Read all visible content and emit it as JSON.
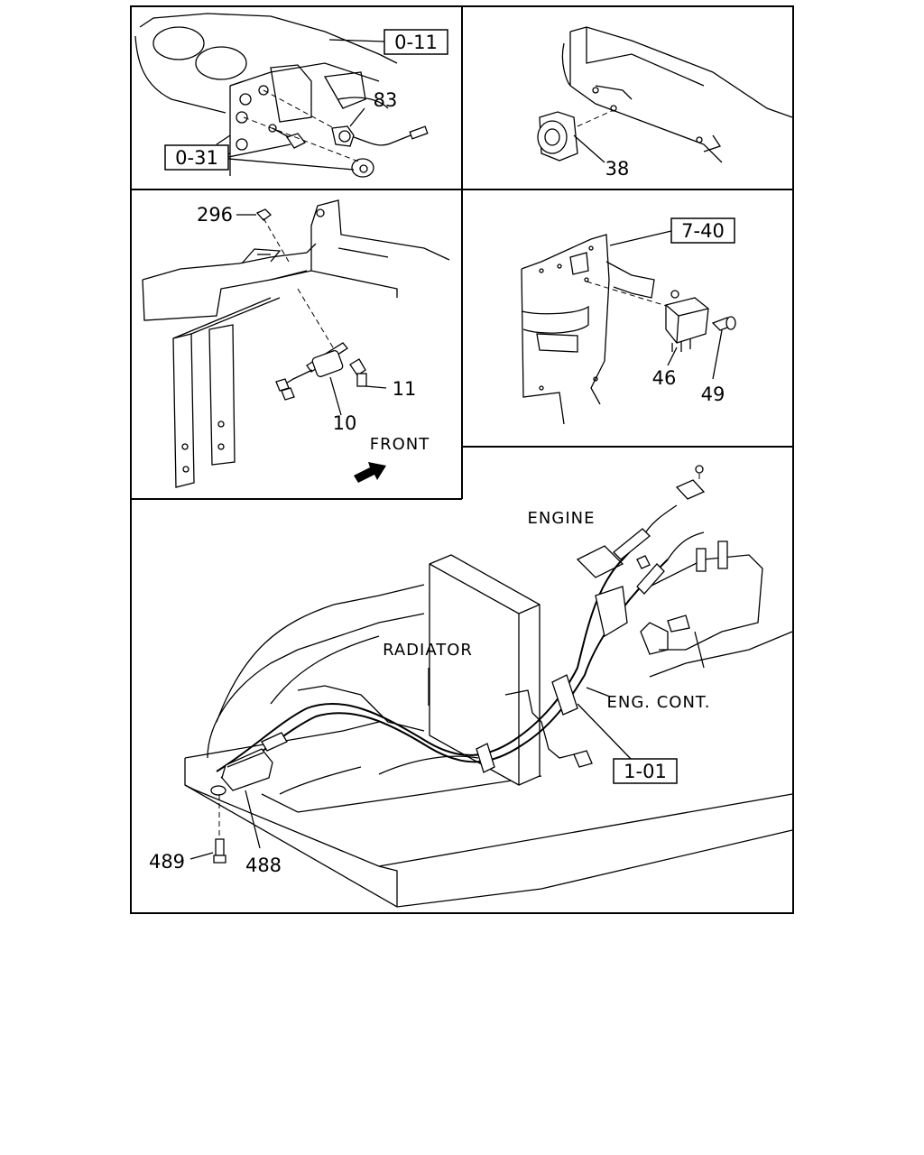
{
  "panels": {
    "p1": {
      "refs": [
        "0-11",
        "0-31"
      ],
      "parts": [
        "83"
      ]
    },
    "p2": {
      "parts": [
        "38"
      ]
    },
    "p3": {
      "parts": [
        "296",
        "11",
        "10"
      ],
      "direction_label": "FRONT"
    },
    "p4": {
      "refs": [
        "7-40"
      ],
      "parts": [
        "46",
        "49"
      ]
    },
    "p5": {
      "refs": [
        "1-01"
      ],
      "parts": [
        "489",
        "488"
      ],
      "labels": [
        "ENGINE",
        "RADIATOR",
        "ENG. CONT."
      ]
    }
  }
}
